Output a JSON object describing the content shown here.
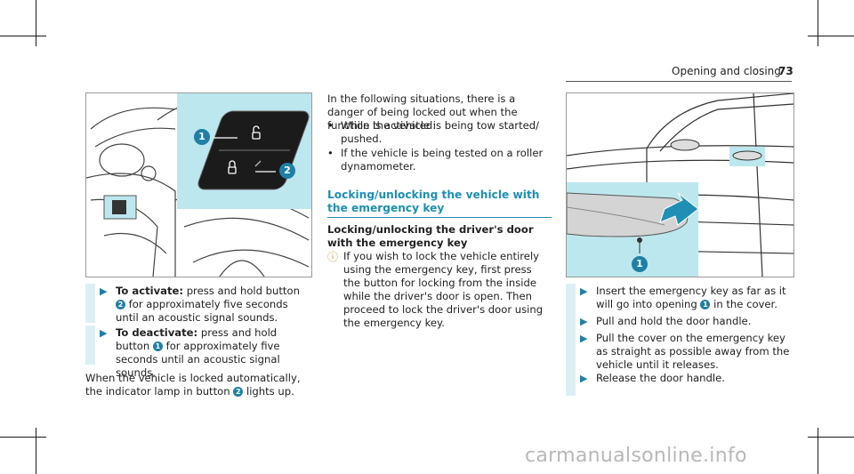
{
  "header": {
    "title": "Opening and closing",
    "page_number": "73"
  },
  "left": {
    "figure": {
      "callout_1": "1",
      "callout_2": "2"
    },
    "step1": {
      "label": "To activate:",
      "a": " press and hold button ",
      "badge": "2",
      "b": " for approximately five seconds until an acoustic signal sounds."
    },
    "step2": {
      "label": "To deactivate:",
      "a": " press and hold button ",
      "badge": "1",
      "b": " for approximately five seconds until an acoustic signal sounds."
    },
    "para": {
      "a": "When the vehicle is locked automatically, the indicator lamp in button ",
      "badge": "2",
      "b": " lights up."
    }
  },
  "middle": {
    "intro": "In the following situations, there is a danger of being locked out when the function is activated:",
    "bullets": [
      "While the vehicle is being tow started/ pushed.",
      "If the vehicle is being tested on a roller dynamometer."
    ],
    "section_heading": "Locking/unlocking the vehicle with the emergency key",
    "sub_heading": "Locking/unlocking the driver's door with the emergency key",
    "note": "If you wish to lock the vehicle entirely using the emergency key, first press the button for locking from the inside while the driver's door is open. Then proceed to lock the driver's door using the emergency key."
  },
  "right": {
    "figure": {
      "callout_1": "1"
    },
    "steps": [
      {
        "a": "Insert the emergency key as far as it will go into opening ",
        "badge": "1",
        "b": " in the cover."
      },
      {
        "a": "Pull and hold the door handle.",
        "badge": "",
        "b": ""
      },
      {
        "a": "Pull the cover on the emergency key as straight as possible away from the vehicle until it releases.",
        "badge": "",
        "b": ""
      },
      {
        "a": "Release the door handle.",
        "badge": "",
        "b": ""
      }
    ]
  },
  "watermark": "carmanualsonline.info",
  "colors": {
    "accent": "#1f8fb5",
    "step_bg": "#dcf0f4",
    "figure_highlight": "#bde7ee"
  }
}
